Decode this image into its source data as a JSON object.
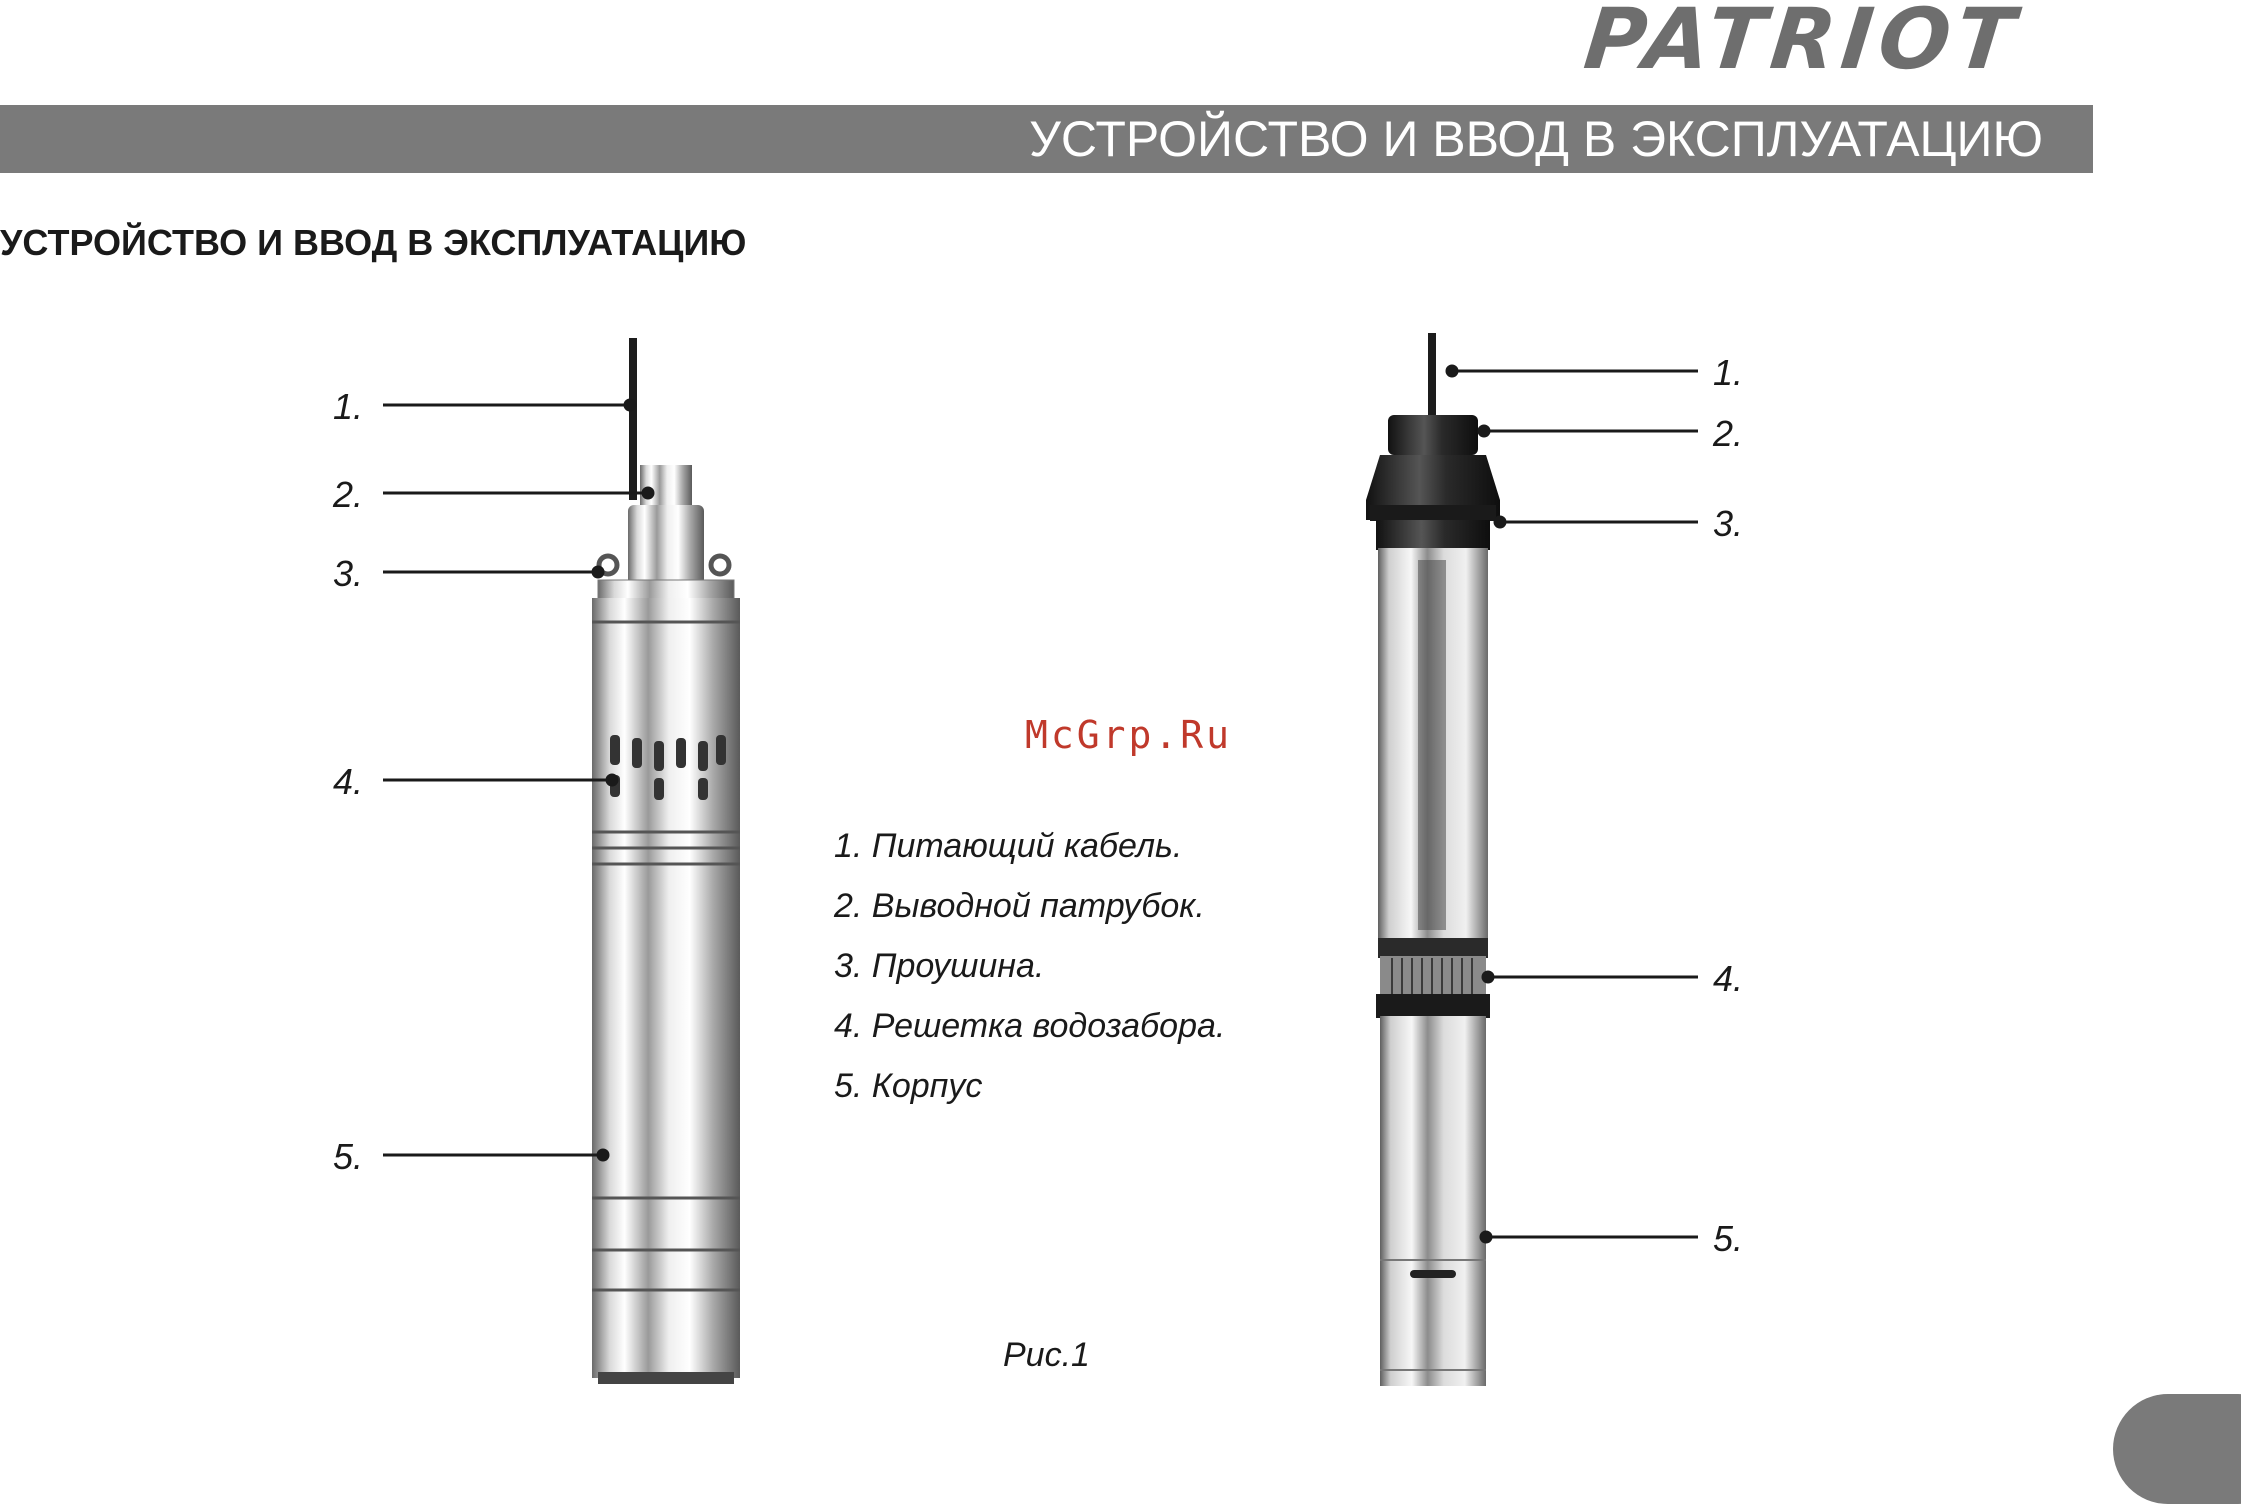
{
  "brand": {
    "logo_text": "PATRIOT",
    "color": "#6e6e6e"
  },
  "header": {
    "title": "УСТРОЙСТВО И ВВОД В ЭКСПЛУАТАЦИЮ",
    "band_color": "#7a7a7a"
  },
  "section": {
    "title": "УСТРОЙСТВО И ВВОД В ЭКСПЛУАТАЦИЮ"
  },
  "watermark": "McGrp.Ru",
  "left_pump": {
    "callouts": [
      "1.",
      "2.",
      "3.",
      "4.",
      "5."
    ]
  },
  "right_pump": {
    "callouts": [
      "1.",
      "2.",
      "3.",
      "4.",
      "5."
    ]
  },
  "legend": [
    "1. Питающий кабель.",
    "2. Выводной патрубок.",
    "3. Проушина.",
    "4. Решетка водозабора.",
    "5. Корпус"
  ],
  "figure_caption": "Рис.1",
  "colors": {
    "steel_light": "#f2f2f2",
    "steel_mid": "#b5b5b5",
    "steel_dark": "#555555",
    "cable": "#1c1c1c"
  }
}
